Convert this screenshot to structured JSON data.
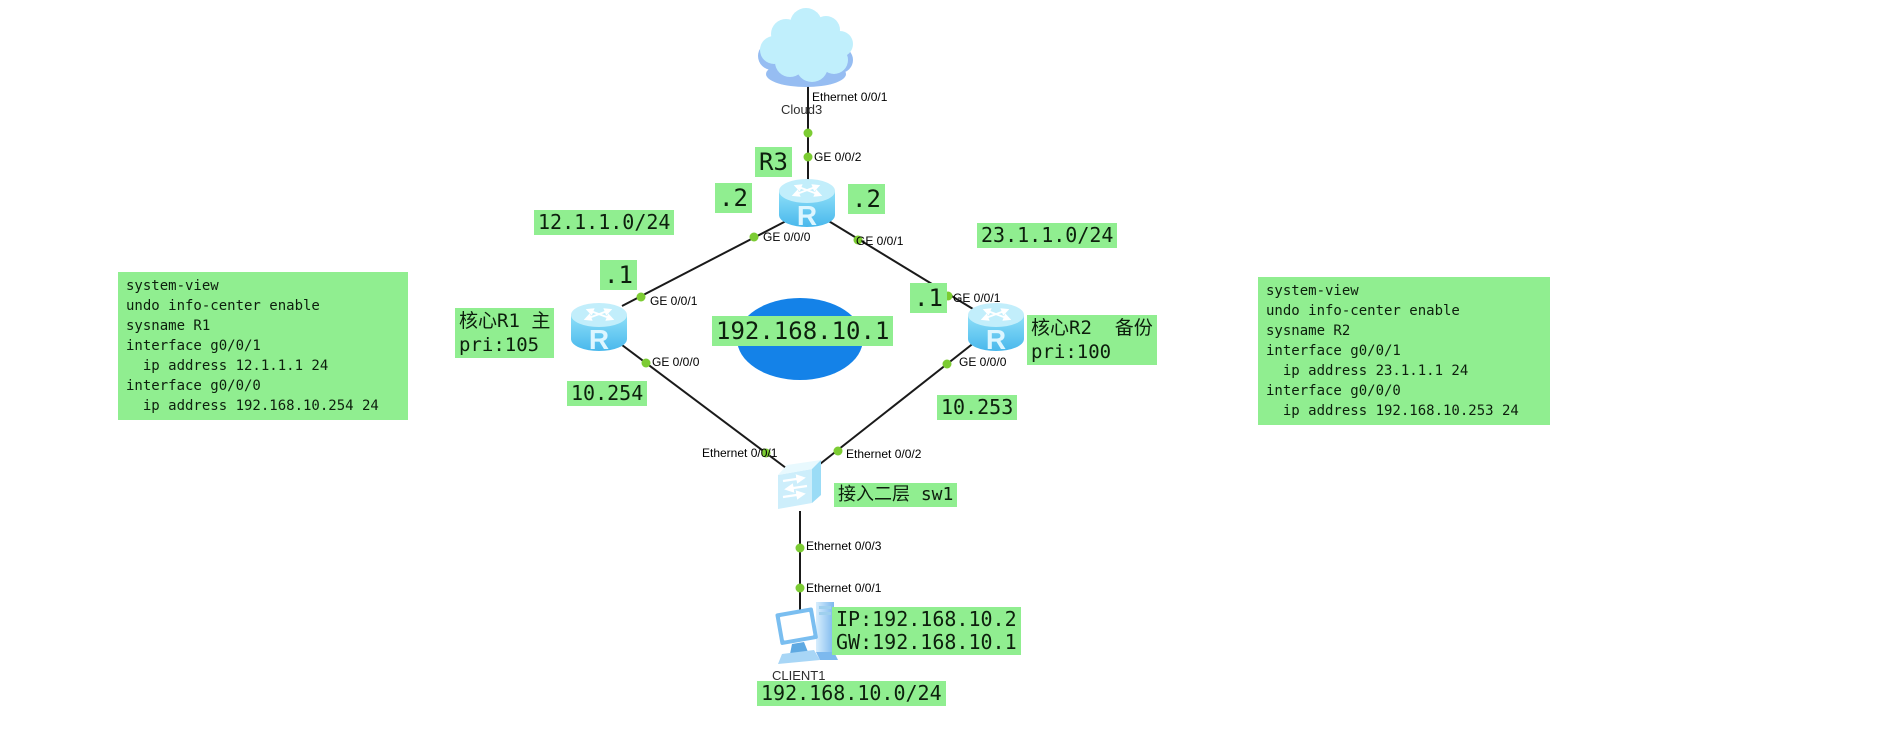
{
  "colors": {
    "background": "#ffffff",
    "annotation_bg": "#90ee90",
    "link": "#1a1a1a",
    "port_dot": "#7ccc33",
    "vrrp_ellipse": "#1482e8"
  },
  "icons": {
    "router_glyph": "R"
  },
  "devices": {
    "cloud": {
      "name": "Cloud3"
    },
    "r3": {
      "badge": "R3"
    },
    "r1": {
      "badge": "核心R1 主\npri:105"
    },
    "r2": {
      "badge": "核心R2  备份\npri:100"
    },
    "sw1": {
      "badge": "接入二层 sw1"
    },
    "client1": {
      "name": "CLIENT1",
      "badge": "IP:192.168.10.2\nGW:192.168.10.1"
    }
  },
  "port_labels": {
    "cloud_eth1": "Ethernet 0/0/1",
    "r3_ge2": "GE 0/0/2",
    "r3_ge0": "GE 0/0/0",
    "r3_ge1": "GE 0/0/1",
    "r1_ge1": "GE 0/0/1",
    "r1_ge0": "GE 0/0/0",
    "r2_ge1": "GE 0/0/1",
    "r2_ge0": "GE 0/0/0",
    "sw_eth1": "Ethernet 0/0/1",
    "sw_eth2": "Ethernet 0/0/2",
    "sw_eth3": "Ethernet 0/0/3",
    "client_eth1": "Ethernet 0/0/1"
  },
  "annotations": {
    "subnet_left": "12.1.1.0/24",
    "subnet_right": "23.1.1.0/24",
    "r3_left_host": ".2",
    "r3_right_host": ".2",
    "r1_host": ".1",
    "r2_host": ".1",
    "virtual_ip": "192.168.10.1",
    "r1_lan_host": "10.254",
    "r2_lan_host": "10.253",
    "lan_subnet": "192.168.10.0/24"
  },
  "configs": {
    "r1": "system-view\nundo info-center enable\nsysname R1\ninterface g0/0/1\n  ip address 12.1.1.1 24\ninterface g0/0/0\n  ip address 192.168.10.254 24",
    "r2": "system-view\nundo info-center enable\nsysname R2\ninterface g0/0/1\n  ip address 23.1.1.1 24\ninterface g0/0/0\n  ip address 192.168.10.253 24"
  }
}
